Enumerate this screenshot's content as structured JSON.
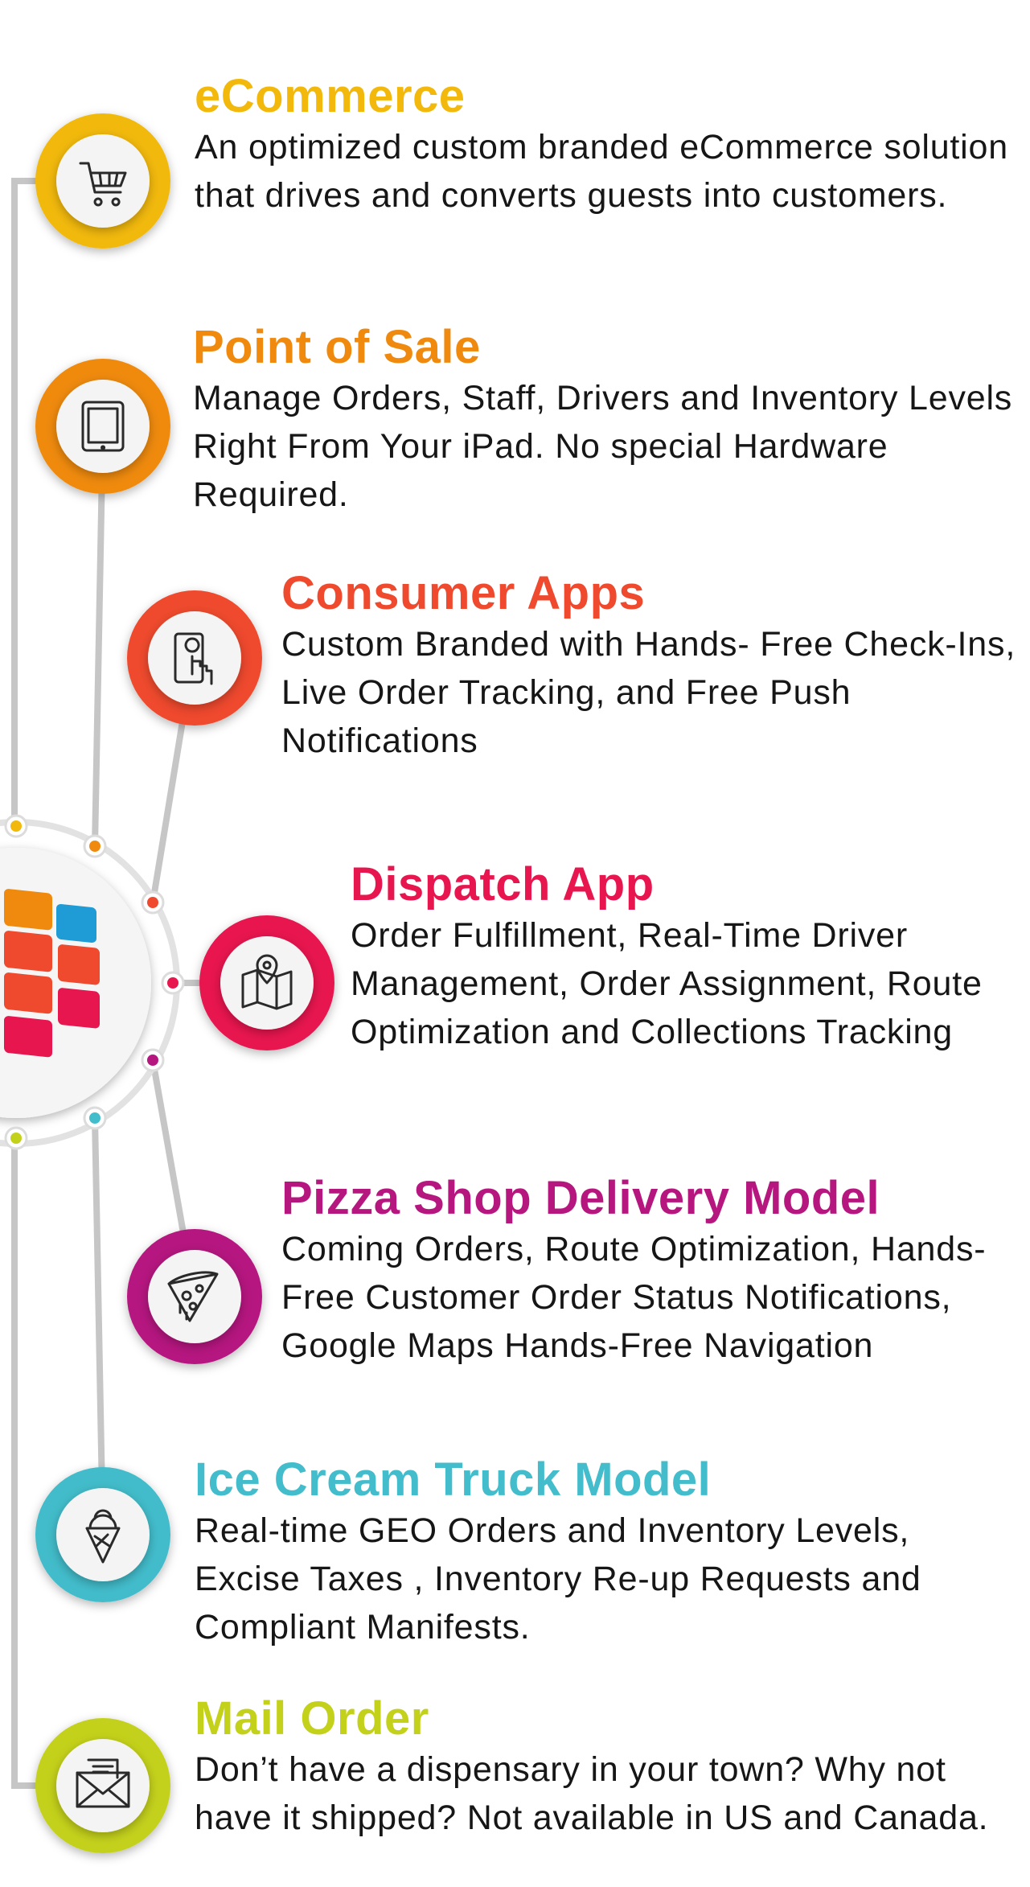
{
  "features": [
    {
      "title": "eCommerce",
      "description": "An optimized custom branded eCommerce solution that drives and converts guests into customers.",
      "color": "#f2b90c",
      "icon": "shopping-cart-icon"
    },
    {
      "title": "Point of Sale",
      "description": "Manage Orders, Staff, Drivers and Inventory Levels Right From Your iPad. No special Hardware Required.",
      "color": "#ef8a0f",
      "icon": "tablet-icon"
    },
    {
      "title": "Consumer Apps",
      "description": "Custom Branded with Hands- Free Check-Ins, Live Order Tracking, and Free Push Notifications",
      "color": "#ef4a2e",
      "icon": "smartphone-touch-icon"
    },
    {
      "title": "Dispatch App",
      "description": "Order Fulfillment, Real-Time Driver Management, Order Assignment, Route Optimization and Collections Tracking",
      "color": "#e8164f",
      "icon": "map-pin-icon"
    },
    {
      "title": "Pizza Shop Delivery Model",
      "description": "Coming Orders, Route Optimization, Hands-Free Customer Order Status Notifications, Google Maps Hands-Free Navigation",
      "color": "#b5177f",
      "icon": "pizza-slice-icon"
    },
    {
      "title": "Ice Cream Truck Model",
      "description": "Real-time GEO Orders and Inventory Levels, Excise Taxes , Inventory Re-up Requests and Compliant Manifests.",
      "color": "#43bccb",
      "icon": "ice-cream-icon"
    },
    {
      "title": "Mail Order",
      "description": "Don’t have a dispensary in your town? Why not have it shipped? Not available in US and Canada.",
      "color": "#c4d11a",
      "icon": "envelope-icon"
    }
  ],
  "hub": {
    "icon": "brand-logo-icon",
    "colors": [
      "#f2b90c",
      "#ef8a0f",
      "#ef4a2e",
      "#e8164f",
      "#b5177f",
      "#43bccb",
      "#c4d11a",
      "#1f7fd0"
    ]
  }
}
